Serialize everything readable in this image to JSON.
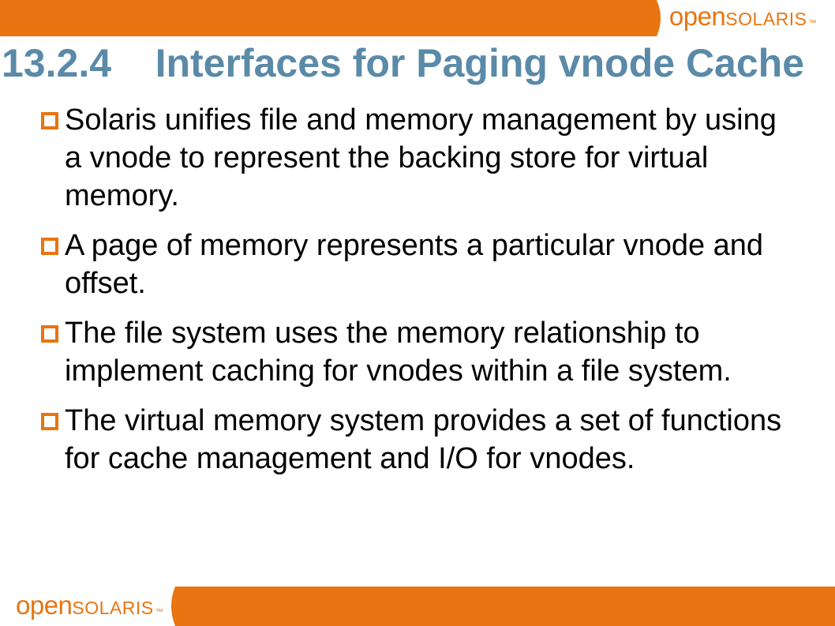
{
  "brand": {
    "accent": "#e87511",
    "title_color": "#5a8aa8",
    "logo_open": "open",
    "logo_solaris": "solaris",
    "logo_tm": "™"
  },
  "slide": {
    "title": "13.2.4    Interfaces for Paging vnode Cache",
    "bullets": [
      "Solaris unifies file and memory management by using a vnode to represent the backing store for virtual memory.",
      "A page of memory represents a particular vnode and offset.",
      "The file system uses the memory relationship to implement caching for vnodes within a file system.",
      "The virtual memory system provides a set of functions for cache management and I/O for vnodes."
    ]
  }
}
